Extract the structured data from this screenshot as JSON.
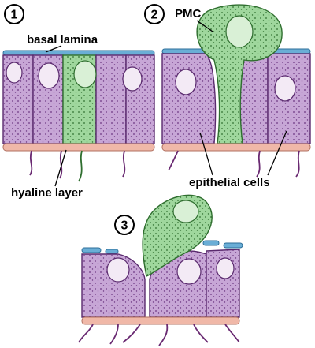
{
  "panels": [
    {
      "number": "1"
    },
    {
      "number": "2"
    },
    {
      "number": "3"
    }
  ],
  "labels": {
    "basal_lamina": "basal lamina",
    "pmc": "PMC",
    "hyaline_layer": "hyaline layer",
    "epithelial_cells": "epithelial cells"
  },
  "colors": {
    "epithelial_cell": "#b38cc4",
    "epithelial_outline": "#5a2a6e",
    "pmc_cell": "#8ccf8a",
    "pmc_outline": "#2f6e2f",
    "basal_lamina": "#6aaed6",
    "hyaline_layer": "#f0b8a8",
    "cilia": "#6a2a72"
  }
}
